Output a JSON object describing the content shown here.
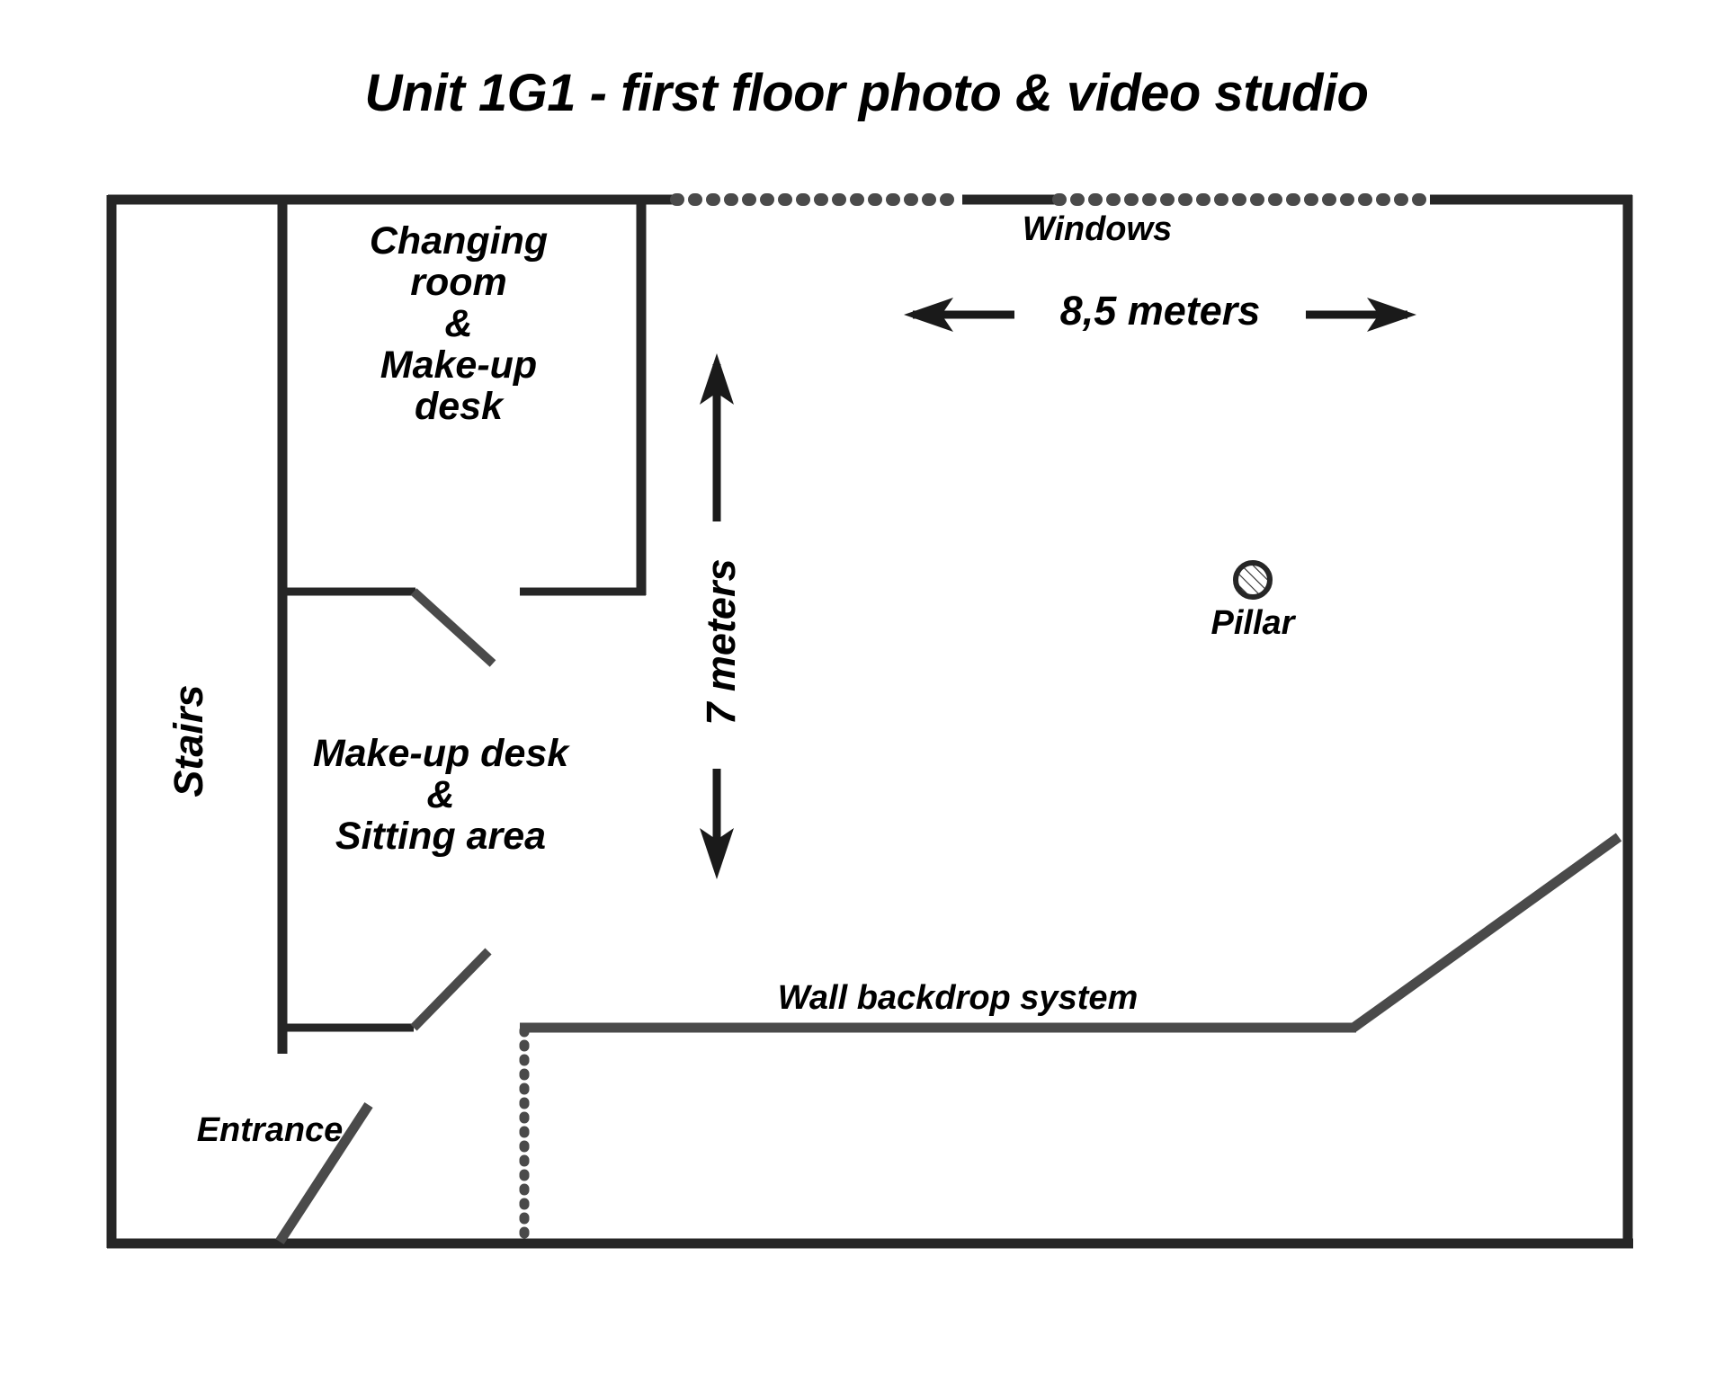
{
  "title": "Unit 1G1 - first floor photo & video studio",
  "colors": {
    "wall": "#262626",
    "interior_wall": "#4a4a4a",
    "text": "#000000",
    "background": "#ffffff"
  },
  "labels": {
    "changing_room": "Changing\nroom\n&\nMake-up\ndesk",
    "makeup_sitting": "Make-up desk\n&\nSitting area",
    "windows": "Windows",
    "width_dimension": "8,5 meters",
    "depth_dimension": "7 meters",
    "stairs": "Stairs",
    "pillar": "Pillar",
    "wall_backdrop": "Wall backdrop system",
    "entrance": "Entrance"
  },
  "dimensions": {
    "width_meters": "8,5",
    "depth_meters": "7",
    "unit": "meters"
  },
  "features": [
    {
      "name": "changing-room",
      "type": "room"
    },
    {
      "name": "makeup-sitting-area",
      "type": "room"
    },
    {
      "name": "stairs",
      "type": "circulation"
    },
    {
      "name": "entrance",
      "type": "door"
    },
    {
      "name": "windows",
      "type": "glazing"
    },
    {
      "name": "pillar",
      "type": "structure"
    },
    {
      "name": "wall-backdrop-system",
      "type": "equipment"
    }
  ]
}
